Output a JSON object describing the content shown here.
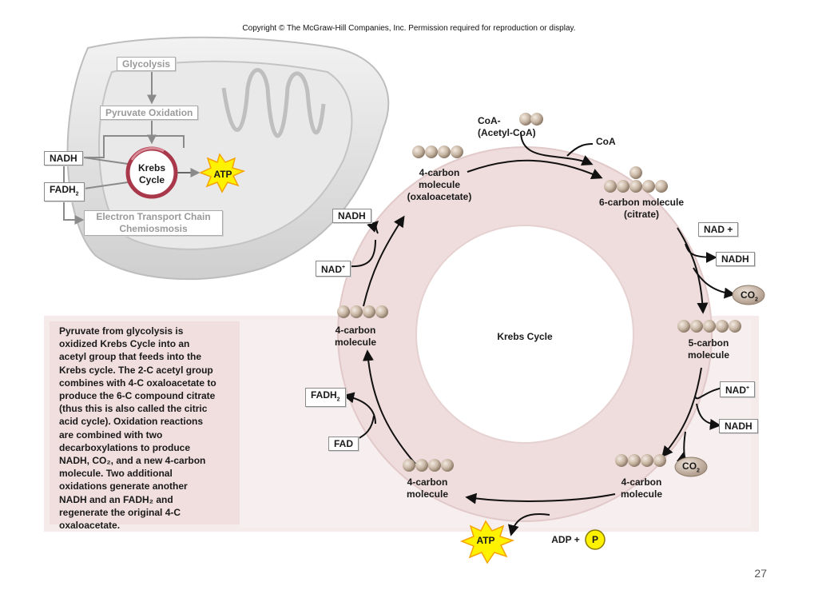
{
  "copyright": "Copyright © The McGraw-Hill Companies, Inc. Permission required for reproduction or display.",
  "overview": {
    "glycolysis": "Glycolysis",
    "pyruvate_oxidation": "Pyruvate Oxidation",
    "nadh": "NADH",
    "fadh2": "FADH",
    "fadh2_sub": "2",
    "krebs_line1": "Krebs",
    "krebs_line2": "Cycle",
    "atp": "ATP",
    "etc_line1": "Electron Transport Chain",
    "etc_line2": "Chemiosmosis"
  },
  "description": "Pyruvate from glycolysis is\noxidized Krebs Cycle into an\nacetyl group that feeds into the\nKrebs cycle. The 2-C acetyl group\ncombines with 4-C oxaloacetate to\nproduce the 6-C compound citrate\n(thus this is also called the citric\nacid cycle). Oxidation reactions\nare combined with two\ndecarboxylations to produce\nNADH, CO₂, and a new 4-carbon\nmolecule. Two additional\noxidations generate another\nNADH and an FADH₂ and\nregenerate the original 4-C\noxaloacetate.",
  "cycle": {
    "center_title": "Krebs Cycle",
    "coa_in_line1": "CoA-",
    "coa_in_line2": "(Acetyl-CoA)",
    "coa_out": "CoA",
    "oxaloacetate_line1": "4-carbon",
    "oxaloacetate_line2": "molecule",
    "oxaloacetate_line3": "(oxaloacetate)",
    "citrate_line1": "6-carbon molecule",
    "citrate_line2": "(citrate)",
    "five_carbon_line1": "5-carbon",
    "five_carbon_line2": "molecule",
    "four_carbon_br_line1": "4-carbon",
    "four_carbon_br_line2": "molecule",
    "four_carbon_b_line1": "4-carbon",
    "four_carbon_b_line2": "molecule",
    "four_carbon_l_line1": "4-carbon",
    "four_carbon_l_line2": "molecule",
    "nad_plus_1": "NAD +",
    "nadh_1": "NADH",
    "co2_label": "CO",
    "co2_sub": "2",
    "nad_2": "NAD",
    "nad_sup": "+",
    "nadh_2": "NADH",
    "adp": "ADP +",
    "p": "P",
    "atp": "ATP",
    "fad": "FAD",
    "fadh": "FADH",
    "fadh_sub": "2",
    "nad_3": "NAD",
    "nadh_3": "NADH"
  },
  "page_number": "27",
  "colors": {
    "ring": "#efdcdc",
    "ring_edge": "#e2c9c9",
    "molecule": "#c9b7a5",
    "molecule_dark": "#8f7c6a",
    "atp_burst": "#fff200",
    "atp_edge": "#f5a300",
    "krebs_ring": "#a8384a",
    "p_circle": "#fff200"
  }
}
